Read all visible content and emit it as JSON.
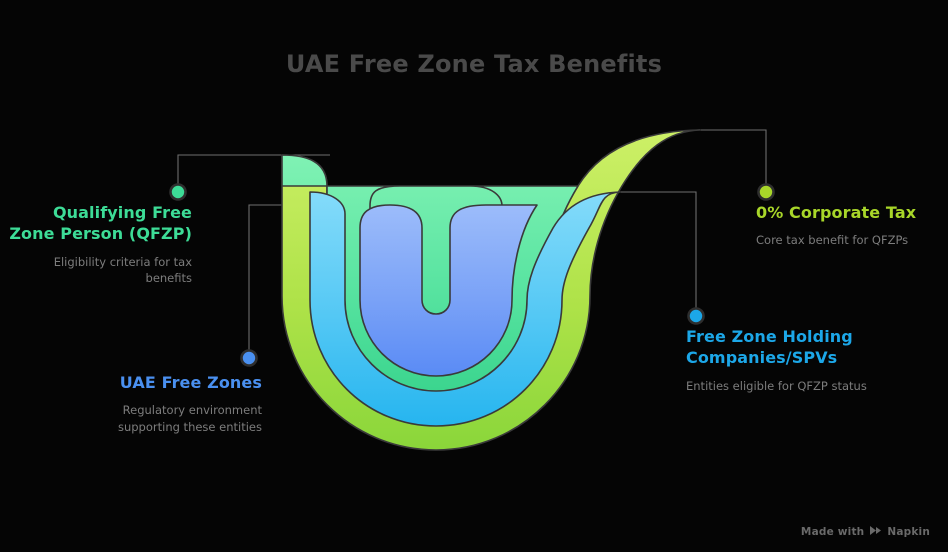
{
  "title": "UAE Free Zone Tax Benefits",
  "background_color": "#050505",
  "chart_data": {
    "type": "diagram",
    "subtype": "nested-funnel",
    "title": "UAE Free Zone Tax Benefits",
    "layers": [
      {
        "name": "0% Corporate Tax",
        "depth": 1,
        "color_top": "#c7ee5c",
        "color_bottom": "#8ed83a"
      },
      {
        "name": "Qualifying Free Zone Person (QFZP)",
        "depth": 2,
        "color_top": "#7df0b0",
        "color_bottom": "#3dd68f"
      },
      {
        "name": "Free Zone Holding Companies/SPVs",
        "depth": 3,
        "color_top": "#7fd9f9",
        "color_bottom": "#2ab7ef"
      },
      {
        "name": "UAE Free Zones",
        "depth": 4,
        "color_top": "#96b8f9",
        "color_bottom": "#5b8cf5"
      }
    ],
    "legend_position": "sides"
  },
  "callouts": [
    {
      "id": "qfzp",
      "title": "Qualifying Free Zone Person (QFZP)",
      "description": "Eligibility criteria for tax benefits",
      "dot_color": "#3ddc97",
      "align": "right"
    },
    {
      "id": "zones",
      "title": "UAE Free Zones",
      "description": "Regulatory environment supporting these entities",
      "dot_color": "#4a90f0",
      "align": "right"
    },
    {
      "id": "tax",
      "title": "0% Corporate Tax",
      "description": "Core tax benefit for QFZPs",
      "dot_color": "#a8d629",
      "align": "left"
    },
    {
      "id": "spv",
      "title": "Free Zone Holding Companies/SPVs",
      "description": "Entities eligible for QFZP status",
      "dot_color": "#1ca7e8",
      "align": "left"
    }
  ],
  "watermark": {
    "prefix": "Made with",
    "brand": "Napkin",
    "icon": "napkin-logo-icon"
  }
}
